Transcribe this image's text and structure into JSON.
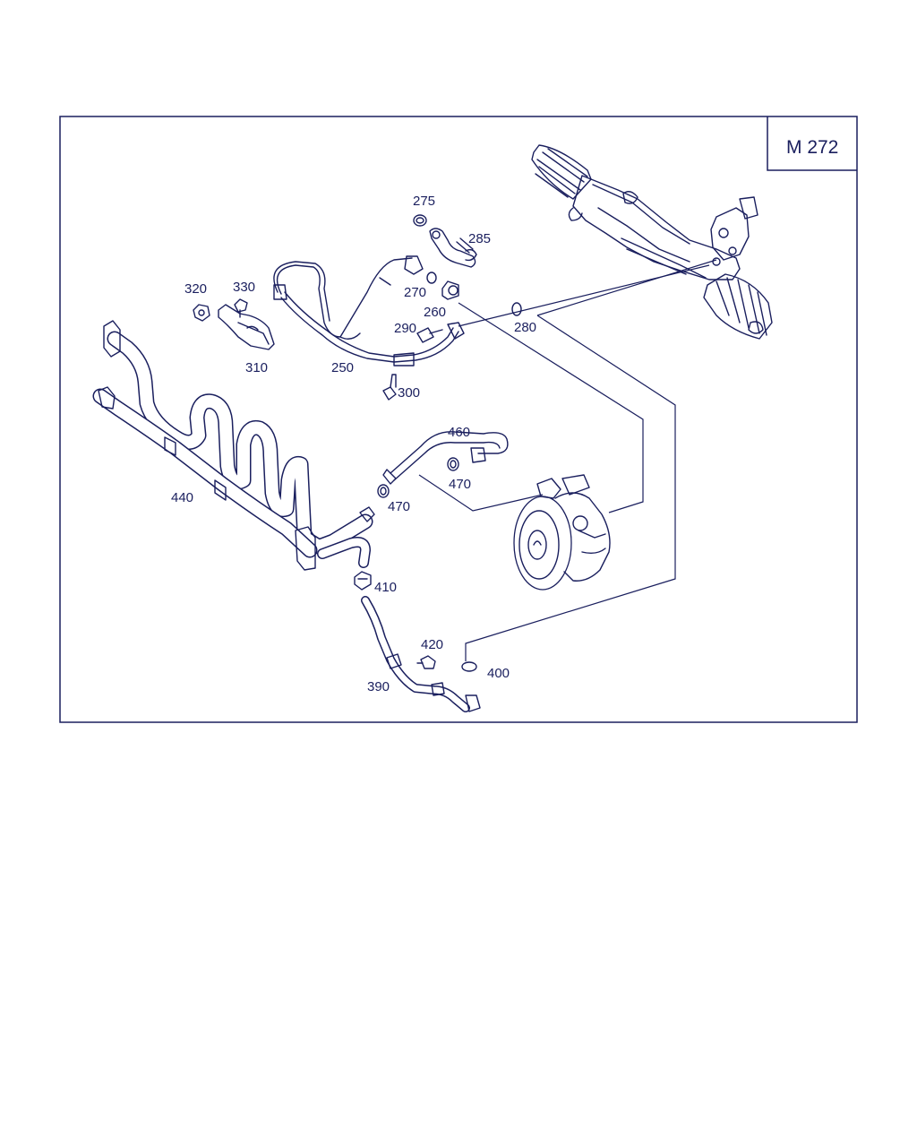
{
  "model_box": {
    "text": "M 272"
  },
  "callouts": {
    "c275": "275",
    "c285": "285",
    "c270": "270",
    "c260": "260",
    "c280": "280",
    "c290": "290",
    "c320": "320",
    "c330": "330",
    "c310": "310",
    "c250": "250",
    "c300": "300",
    "c460": "460",
    "c470a": "470",
    "c470b": "470",
    "c440": "440",
    "c410": "410",
    "c420": "420",
    "c400": "400",
    "c390": "390"
  },
  "colors": {
    "line": "#1a1f5e",
    "background": "#ffffff"
  }
}
